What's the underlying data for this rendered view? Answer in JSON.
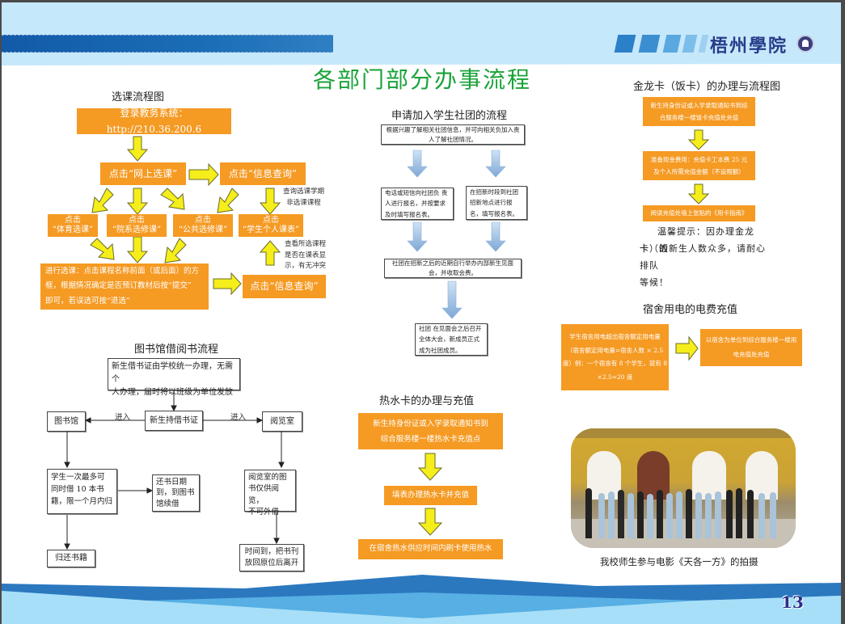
{
  "header": {
    "brand": "梧州學院",
    "logo_icon": "university-emblem-icon",
    "colors": {
      "light_blue": "#c6e8fb",
      "band_blue": "#1a6db5",
      "title_green": "#1aa33a",
      "box_orange": "#f59a23",
      "arrow_yellow": "#f5ee1a"
    }
  },
  "main_title": "各部门部分办事流程",
  "course_selection": {
    "title": "选课流程图",
    "login": "登录教务系统：http://210.36.200.6",
    "online_select": "点击“网上选课”",
    "info_query": "点击“信息查询”",
    "query_note": [
      "查询选课学期",
      "非选课课程"
    ],
    "options": [
      {
        "line1": "点击",
        "line2": "“体育选课”"
      },
      {
        "line1": "点击",
        "line2": "“院系选修课”"
      },
      {
        "line1": "点击",
        "line2": "“公共选修课”"
      },
      {
        "line1": "点击",
        "line2": "“学生个人课表”"
      }
    ],
    "check_note": [
      "查看所选课程",
      "是否在课表显",
      "示，有无冲突"
    ],
    "do_select": [
      "进行选课：点击课程名称前面（或后面）的方",
      "框，根据情况确定是否预订教材后按“提交”",
      "即可，若误选可按“退选”"
    ],
    "info_query_2": "点击“信息查询”"
  },
  "club": {
    "title": "申请加入学生社团的流程",
    "step1": "根据兴趣了解相关社团信息，并可向相关负加入责人了解社团情况。",
    "step2a": "电话或短信向社团负 责人进行报名，并按要求及时填写报名表。",
    "step2b": "在招新时段到社团招新地点进行报名，填写报名表。",
    "step3": "社团在招新之后的近期自行举办内部新生见面会，并收取会费。",
    "step4": "社团 在见面会之后召开全体大会，新成员正式成为社团成员。"
  },
  "meal_card": {
    "title": "金龙卡（饭卡）的办理与流程图",
    "step1": [
      "新生持身份证或入学录取通知书到综",
      "合服务楼一楼饭卡充值处充值"
    ],
    "step2": [
      "准备现金费用：充值卡工本费 25 元",
      "及个人所需充值金额（不设限额）"
    ],
    "step3": "阅读充值处墙上张贴的《用卡指南》",
    "tip": [
      "温馨提示：因办理金龙卡（饭",
      "卡）的新生人数众多，请耐心排队",
      "等候！"
    ]
  },
  "electricity": {
    "title": "宿舍用电的电费充值",
    "left": [
      "学生宿舍用电超出宿舍额定用电量",
      "（宿舍额定用电量=宿舍人数 × 2.5",
      "度）例：一个宿舍有 8 个学生，就有 8",
      "×2.5=20 度"
    ],
    "right": [
      "以宿舍为单位到综合服务楼一楼用",
      "电充值处充值"
    ]
  },
  "library": {
    "title": "图书馆借阅书流程",
    "top": [
      "新生借书证由学校统一办理，无需个",
      "人办理，届时将以班级为单位发放"
    ],
    "card": "新生持借书证",
    "enter_left": "进入",
    "enter_right": "进入",
    "library": "图书馆",
    "reading_room": "阅览室",
    "borrow_rule": [
      "学生一次最多可",
      "同时借 10 本书",
      "籍，限一个月内归"
    ],
    "renew": [
      "还书日期",
      "到，到图书",
      "馆续借"
    ],
    "return": "归还书籍",
    "reading_rule": [
      "阅览室的图",
      "书仅供阅览，",
      "不可外借"
    ],
    "leave": [
      "时间到，把书刊",
      "放回原位后离开"
    ]
  },
  "hot_water": {
    "title": "热水卡的办理与充值",
    "step1": [
      "新生持身份证或入学录取通知书到",
      "综合服务楼一楼热水卡充值点"
    ],
    "step2": "填表办理热水卡并充值",
    "step3": "在宿舍热水供应时间内刷卡使用热水"
  },
  "photo": {
    "caption": "我校师生参与电影《天各一方》的拍摄"
  },
  "page_number": "13"
}
